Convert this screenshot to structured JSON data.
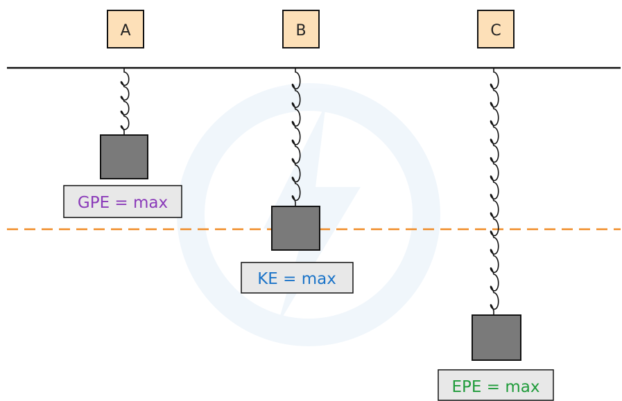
{
  "diagram": {
    "positions": [
      {
        "id": "A",
        "label": "A",
        "energy_label": "GPE = max",
        "energy_color": "#8a3ab9"
      },
      {
        "id": "B",
        "label": "B",
        "energy_label": "KE = max",
        "energy_color": "#1a73c8"
      },
      {
        "id": "C",
        "label": "C",
        "energy_label": "EPE = max",
        "energy_color": "#1f9b3a"
      }
    ],
    "colors": {
      "label_box_fill": "#fde0b8",
      "mass_fill": "#7a7a7a",
      "energy_box_fill": "#e8e8e8",
      "equilibrium_line": "#f08a24",
      "ceiling": "#111111",
      "spring": "#111111"
    }
  }
}
